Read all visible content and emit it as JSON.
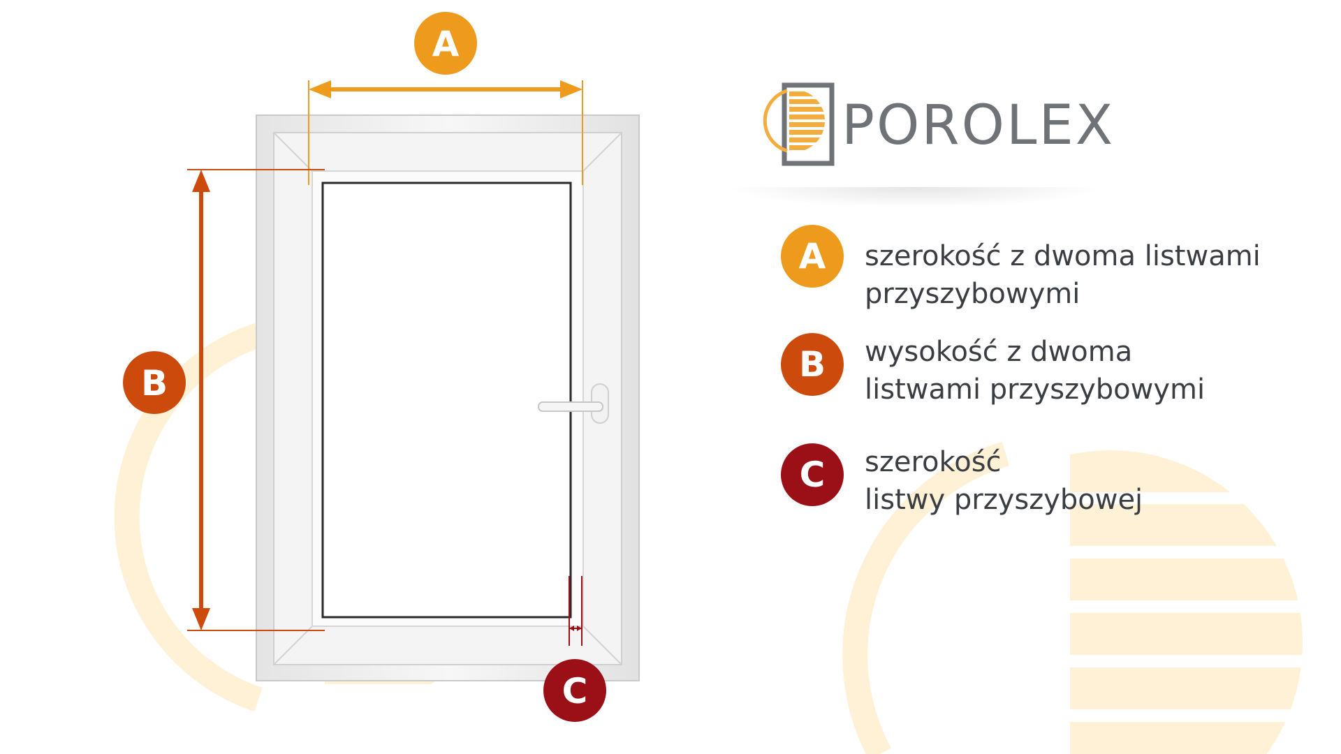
{
  "brand": {
    "name": "POROLEX"
  },
  "colors": {
    "a": "#ee9a1c",
    "b": "#cc4a0c",
    "c": "#9a1016",
    "logo_gray": "#6f7276",
    "logo_stripes": "#f3ad3e",
    "deco": "#fff1d6",
    "text": "#3a3d42"
  },
  "markers": {
    "a": "A",
    "b": "B",
    "c": "C"
  },
  "legend": [
    {
      "badge": "A",
      "line1": "szerokość z dwoma listwami",
      "line2": "przyszybowymi",
      "color": "#ee9a1c"
    },
    {
      "badge": "B",
      "line1": "wysokość z dwoma",
      "line2": "listwami przyszybowymi",
      "color": "#cc4a0c"
    },
    {
      "badge": "C",
      "line1": "szerokość",
      "line2": "listwy przyszybowej",
      "color": "#9a1016"
    }
  ]
}
